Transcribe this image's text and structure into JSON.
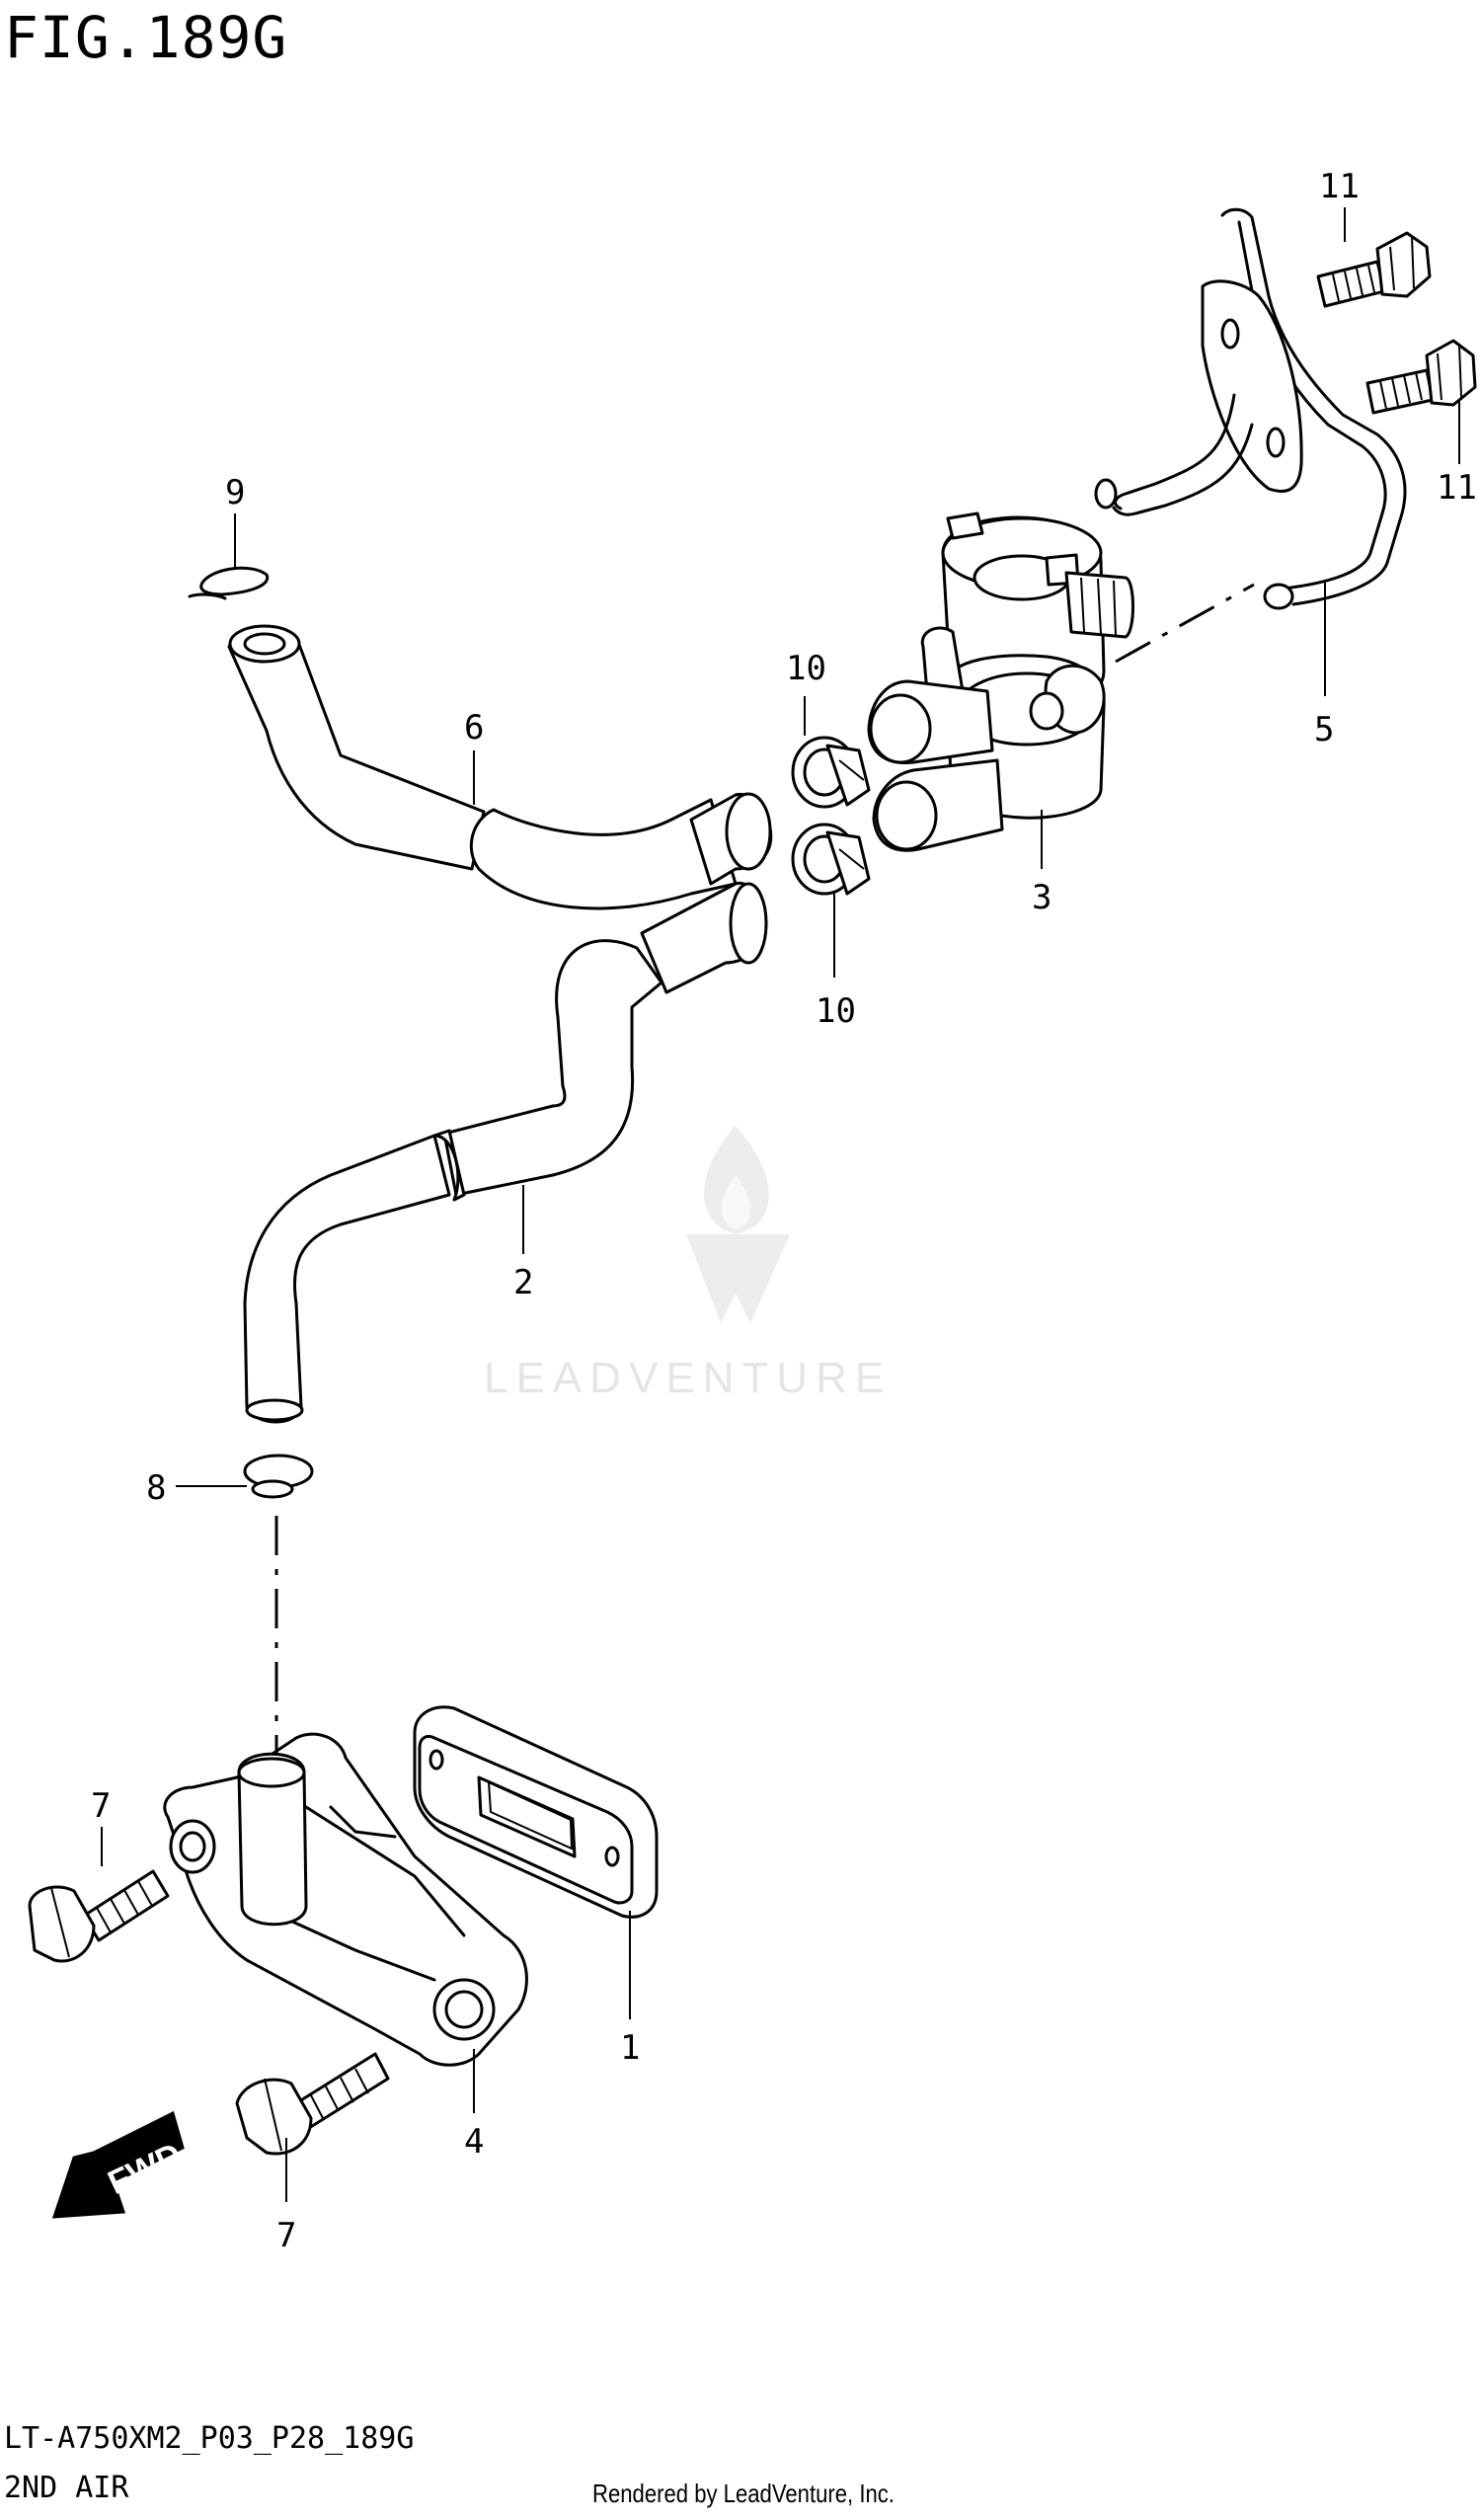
{
  "figure": {
    "title": "FIG.189G",
    "code": "LT-A750XM2_P03_P28_189G",
    "section": "2ND AIR",
    "rendered_by": "Rendered by LeadVenture, Inc.",
    "watermark": "LEADVENTURE",
    "fwd_label": "FWD"
  },
  "callouts": {
    "c1": "1",
    "c2": "2",
    "c3": "3",
    "c4": "4",
    "c5": "5",
    "c6": "6",
    "c7a": "7",
    "c7b": "7",
    "c8": "8",
    "c9": "9",
    "c10a": "10",
    "c10b": "10",
    "c11a": "11",
    "c11b": "11"
  }
}
